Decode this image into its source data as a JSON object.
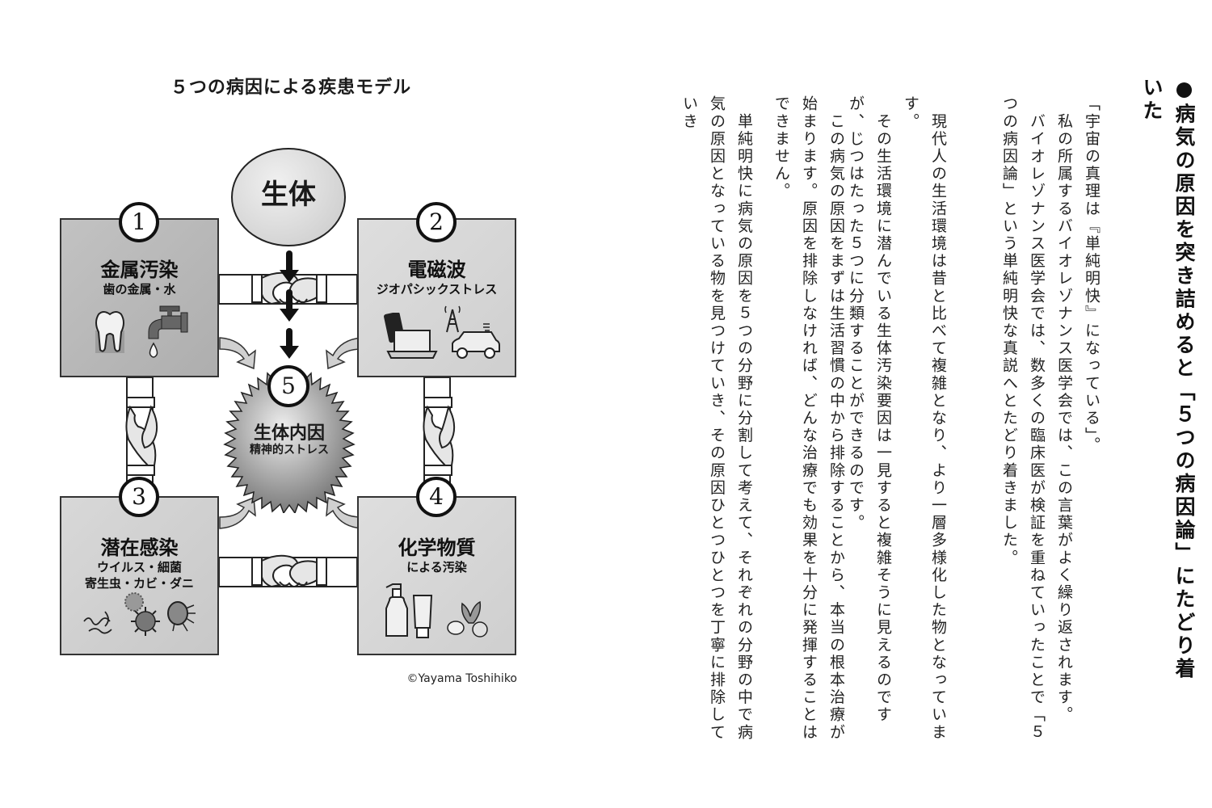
{
  "diagram": {
    "title": "５つの病因による疾患モデル",
    "center_top": {
      "label": "生体"
    },
    "center": {
      "number": "5",
      "title": "生体内因",
      "subtitle": "精神的ストレス"
    },
    "causes": [
      {
        "number": "1",
        "title": "金属汚染",
        "subtitle_lines": [
          "歯の金属・水"
        ],
        "icons": [
          "tooth-icon",
          "faucet-icon",
          "water-drop-icon"
        ]
      },
      {
        "number": "2",
        "title": "電磁波",
        "subtitle_lines": [
          "ジオパシックストレス"
        ],
        "icons": [
          "smartphone-icon",
          "laptop-icon",
          "antenna-tower-icon",
          "car-icon"
        ]
      },
      {
        "number": "3",
        "title": "潜在感染",
        "subtitle_lines": [
          "ウイルス・細菌",
          "寄生虫・カビ・ダニ"
        ],
        "icons": [
          "worm-icon",
          "bacteria-icon",
          "virus-icon",
          "mite-icon"
        ]
      },
      {
        "number": "4",
        "title": "化学物質",
        "subtitle_lines": [
          "による汚染"
        ],
        "icons": [
          "pump-bottle-icon",
          "tube-icon",
          "vegetable-icon",
          "fruit-icon"
        ]
      }
    ],
    "connectors": [
      "handshake-icon",
      "handshake-icon",
      "handshake-icon",
      "handshake-icon"
    ],
    "copyright": "©Yayama Toshihiko"
  },
  "article": {
    "heading": "●病気の原因を突き詰めると「５つの病因論」にたどり着いた",
    "columns": [
      "「宇宙の真理は『単純明快』になっている」。",
      "　私の所属するバイオレゾナンス医学会では、この言葉がよく繰り返されます。",
      "　バイオレゾナンス医学会では、数多くの臨床医が検証を重ねていったことで「５つの病因論」という単純明快な真説へとたどり着きました。",
      "　現代人の生活環境は昔と比べて複雑となり、より一層多様化した物となっています。",
      "　その生活環境に潜んでいる生体汚染要因は一見すると複雑そうに見えるのですが、じつはたった５つに分類することができるのです。",
      "　この病気の原因をまずは生活習慣の中から排除することから、本当の根本治療が始まります。原因を排除しなければ、どんな治療でも効果を十分に発揮することはできません。",
      "　単純明快に病気の原因を５つの分野に分割して考えて、それぞれの分野の中で病気の原因となっている物を見つけていき、その原因ひとつひとつを丁寧に排除していき"
    ]
  },
  "colors": {
    "box_dark": "#b8b8b8",
    "box_light": "#d6d6d6",
    "border": "#222222",
    "text": "#1a1a1a",
    "background": "#ffffff"
  }
}
